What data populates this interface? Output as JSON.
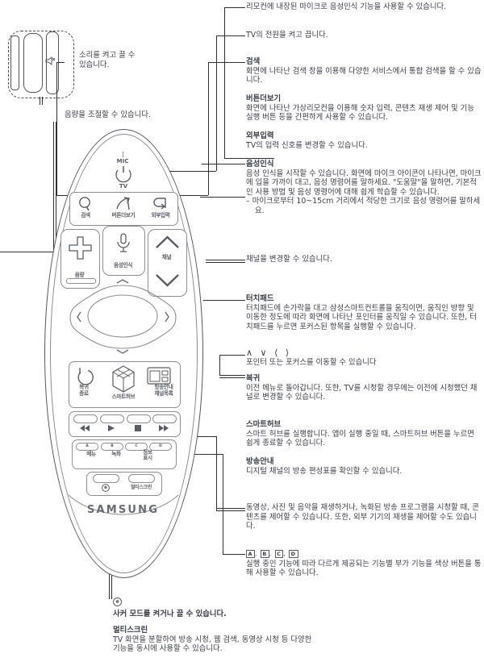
{
  "document": {
    "product": "SAMSUNG",
    "brand_label": "SAMSUNG"
  },
  "inset": {
    "icon": "mute-speaker-icon",
    "caption": "소리를 켜고 끌 수\n있습니다.",
    "volume_caption": "음량을 조절할 수 있습니다."
  },
  "remote": {
    "mic_label": "MIC",
    "tv_label": "TV",
    "buttons": {
      "search": "검색",
      "more_buttons": "버튼더보기",
      "external_input": "외부입력",
      "volume": "음량",
      "voice": "음성인식",
      "channel": "채널",
      "return_line1": "복귀",
      "return_line2": "종료",
      "smarthub": "스마트허브",
      "guide_line1": "방송안내",
      "guide_line2": "채널목록",
      "menu": "메뉴",
      "record": "녹화",
      "info_line1": "정보",
      "info_line2": "표시",
      "multiscreen": "멀티스크린"
    },
    "color_buttons": [
      "A",
      "B",
      "C",
      "D"
    ],
    "transport_icons": [
      "rewind-icon",
      "play-icon",
      "stop-icon",
      "fast-forward-icon"
    ]
  },
  "callouts": {
    "mic": "리모컨에 내장된 마이크로 음성인식 기능을 사용할 수 있습니다.",
    "power": "TV의 전원을 켜고 끕니다.",
    "search_title": "검색",
    "search_body": "화면에 나타난 검색 창을 이용해 다양한 서비스에서 통합 검색을\n할 수 있습니다.",
    "more_title": "버튼더보기",
    "more_body": "화면에 나타난 가상리모컨을 이용해 숫자 입력, 콘텐츠 재생 제어\n및 기능 실행 버튼 등을 간편하게 사용할 수 있습니다.",
    "ext_title": "외부입력",
    "ext_body": "TV의 입력 신호를 변경할 수 있습니다.",
    "voice_title": "음성인식",
    "voice_body": "음성 인식을 시작할 수 있습니다. 화면에 마이크 아이콘이\n나타나면, 마이크에 입을 가까이 대고, 음성 명령어를 말하세요.\n\"도움말\"을 말하면, 기본적인 사용 방법 및 음성 명령어에 대해\n쉽게 학습할 수 있습니다.",
    "voice_note": "–  마이크로부터 10~15cm 거리에서 적당한 크기로 음성\n    명령어를 말하세요.",
    "channel": "채널을 변경할 수 있습니다.",
    "touchpad_title": "터치패드",
    "touchpad_body": "터치패드에 손가락을 대고 삼성스마트컨트롤을 움직이면, 움직인\n방향 및 이동한 정도에 따라 화면에 나타난 포인터를 움직일 수\n있습니다. 또한, 터치패드를 누르면 포커스된 항목을 실행할 수\n있습니다.",
    "direction_arrows": "∧ ∨ ⟨ ⟩",
    "direction_body": "포인터 또는 포커스를 이동할 수 있습니다",
    "return_title": "복귀",
    "return_body": "이전 메뉴로 돌아갑니다. 또한, TV를 시청할 경우에는 이전에\n시청했던 채널로 변경할 수 있습니다.",
    "smarthub_title": "스마트허브",
    "smarthub_body": "스마트 허브를 실행합니다. 앱이 실행 중일 때, 스마트허브 버튼을\n누르면 쉽게 종료할 수 있습니다.",
    "guide_title": "방송안내",
    "guide_body": "디지털 채널의 방송 편성표를 확인할 수 있습니다.",
    "media_body": "동영상, 사진 및 음악을 재생하거나, 녹화된 방송 프로그램을\n시청할 때, 콘텐츠를 제어할 수 있습니다. 또한, 외부 기기의\n재생을 제어할 수도 있습니다.",
    "color_body": "실행 중인 기능에 따라 다르게 제공되는 기능별 부가 기능을 색상\n버튼을 통해 사용할 수 있습니다.",
    "soccer_body": "사커 모드를 켜거나 끌 수 있습니다.",
    "multiscreen_title": "멀티스크린",
    "multiscreen_body": "TV 화면을 분할하여 방송 시청, 웹 검색, 동영상 시청 등 다양한\n기능을 동시에 사용할 수 있습니다."
  },
  "colors": {
    "text": "#3c3c48",
    "line": "#2f2f38",
    "outline": "#55555f",
    "inner": "#8d8d97"
  }
}
